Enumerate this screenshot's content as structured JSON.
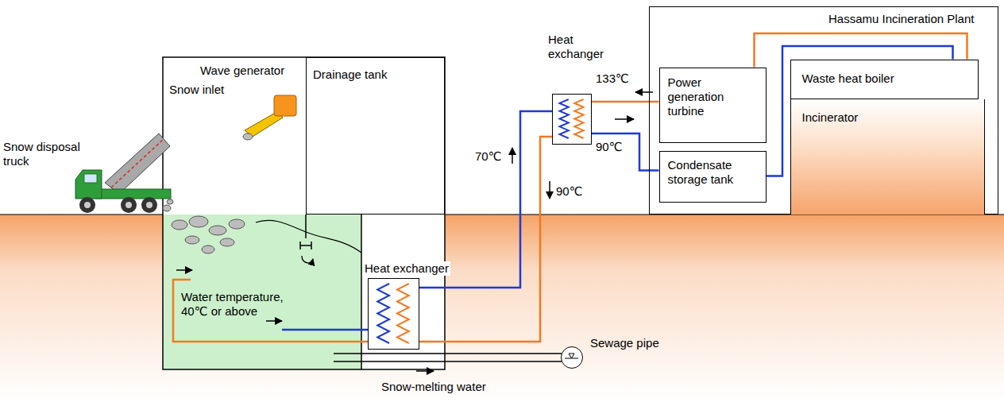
{
  "diagram": {
    "nodes": [
      {
        "text": [
          "Hassamu Incineration Plant"
        ]
      },
      {
        "text": [
          "Power generation turbine"
        ],
        "in": 0
      },
      {
        "text": [
          "Waste heat boiler"
        ],
        "in": 0
      },
      {
        "text": [
          "Incinerator"
        ],
        "in": 0
      },
      {
        "text": [
          "Condensate storage tank"
        ],
        "in": 0
      },
      {
        "text": [
          "Heat exchanger"
        ]
      },
      {
        "text": [
          "Drainage tank"
        ]
      },
      {
        "text": [
          "Heat exchanger"
        ]
      },
      {
        "text": [
          "Water temperature, 40℃ or above"
        ]
      },
      {
        "text": [
          "Sewage pipe"
        ]
      }
    ],
    "edges": [
      {
        "from": 2,
        "to": 1,
        "arrow": "none"
      },
      {
        "from": 1,
        "to": 5,
        "arrow": "none"
      },
      {
        "from": 5,
        "to": 4,
        "arrow": "none"
      },
      {
        "from": 4,
        "to": 2,
        "arrow": "none"
      },
      {
        "from": 5,
        "to": 7,
        "arrow": "none"
      },
      {
        "from": 7,
        "to": 5,
        "arrow": "none"
      },
      {
        "from": 7,
        "to": 8,
        "arrow": "none"
      },
      {
        "from": 8,
        "to": 7,
        "arrow": "none"
      }
    ],
    "labels": [
      "Snow disposal truck",
      "Wave generator",
      "Snow inlet",
      "133℃",
      "90℃",
      "70℃",
      "90℃",
      "Snow-melting water"
    ]
  }
}
